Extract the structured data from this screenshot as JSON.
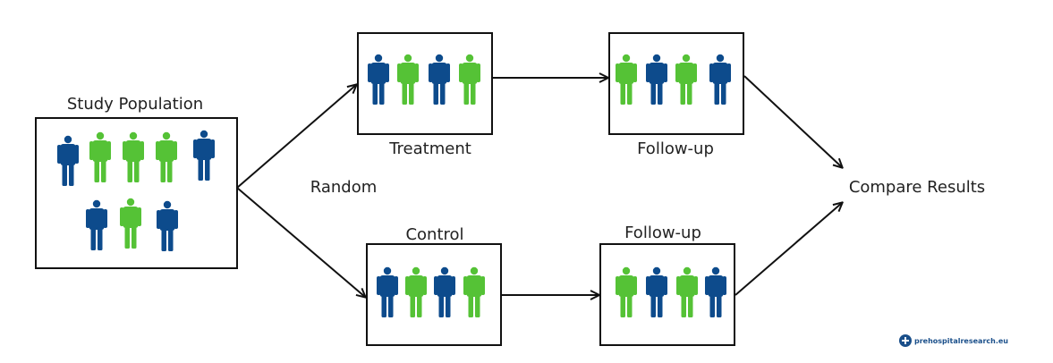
{
  "labels": {
    "study_population": "Study Population",
    "treatment": "Treatment",
    "control": "Control",
    "follow_up_treatment": "Follow-up",
    "follow_up_control": "Follow-up",
    "random": "Random",
    "compare_results": "Compare Results"
  },
  "watermark": "prehospitalresearch.eu",
  "colors": {
    "blue_person": "#0d4b8c",
    "green_person": "#55c236",
    "box_border": "#111111",
    "arrow": "#111111"
  },
  "groups": {
    "study_population": [
      "blue",
      "green",
      "green",
      "green",
      "blue",
      "blue",
      "green",
      "blue"
    ],
    "treatment": [
      "blue",
      "green",
      "blue",
      "green"
    ],
    "follow_up_treatment": [
      "green",
      "blue",
      "green",
      "blue"
    ],
    "control": [
      "blue",
      "green",
      "blue",
      "green"
    ],
    "follow_up_control": [
      "green",
      "blue",
      "green",
      "blue"
    ]
  }
}
